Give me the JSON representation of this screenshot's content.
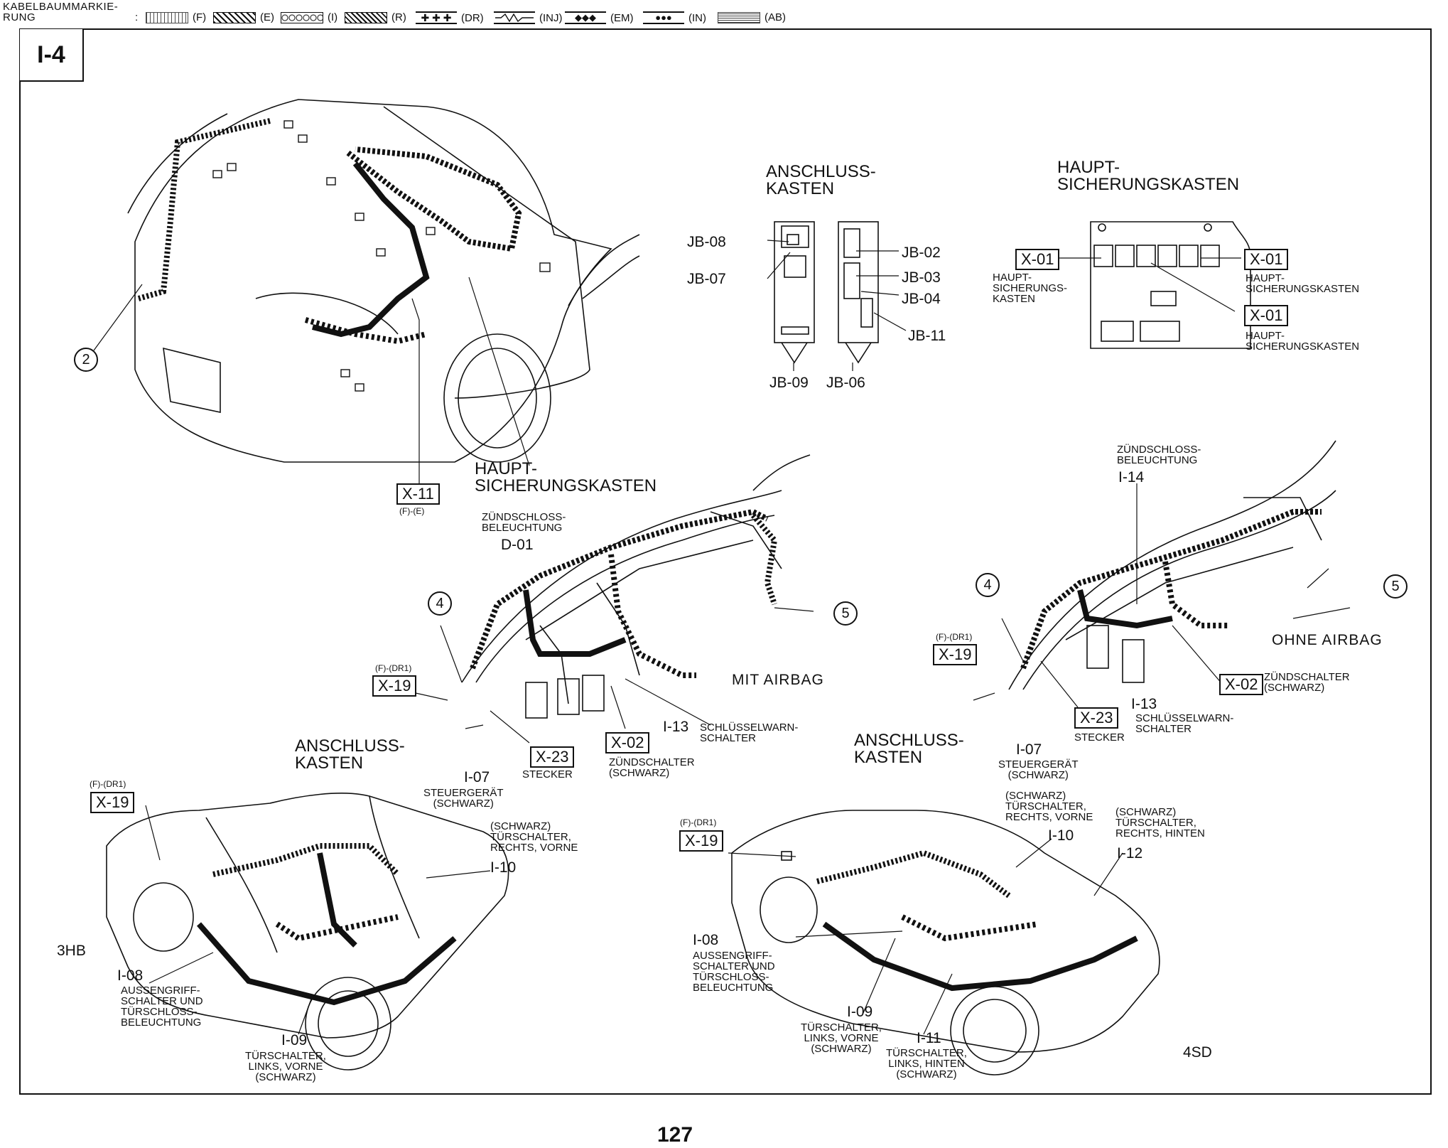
{
  "legend": {
    "title": "KABELBAUMMARKIE-\nRUNG",
    "separator": ":",
    "items": [
      {
        "code": "(F)",
        "style": "sw-f"
      },
      {
        "code": "(E)",
        "style": "sw-e"
      },
      {
        "code": "(I)",
        "style": "sw-i"
      },
      {
        "code": "(R)",
        "style": "sw-r"
      },
      {
        "code": "(DR)",
        "style": "sw-dr",
        "glyph": "✚ ✚ ✚"
      },
      {
        "code": "(INJ)",
        "style": "sw-inj",
        "glyph": ""
      },
      {
        "code": "(EM)",
        "style": "sw-em",
        "glyph": "◆◆◆"
      },
      {
        "code": "(IN)",
        "style": "sw-in",
        "glyph": "●●●"
      },
      {
        "code": "(AB)",
        "style": "sw-ab"
      }
    ]
  },
  "page_id": "I-4",
  "page_number": "127",
  "junction_box": {
    "title": "ANSCHLUSS-\nKASTEN",
    "connectors": {
      "jb08": "JB-08",
      "jb07": "JB-07",
      "jb02": "JB-02",
      "jb03": "JB-03",
      "jb04": "JB-04",
      "jb11": "JB-11",
      "jb09": "JB-09",
      "jb06": "JB-06"
    }
  },
  "main_fuse_box": {
    "title": "HAUPT-\nSICHERUNGSKASTEN",
    "left_conn": "X-01",
    "left_desc": "HAUPT-\nSICHERUNGS-\nKASTEN",
    "right_conn1": "X-01",
    "right_desc1": "HAUPT-\nSICHERUNGSKASTEN",
    "right_conn2": "X-01",
    "right_desc2": "HAUPT-\nSICHERUNGSKASTEN"
  },
  "engine": {
    "circle2": "2",
    "x11": "X-11",
    "x11_code": "(F)-(E)",
    "fuse_label": "HAUPT-\nSICHERUNGSKASTEN"
  },
  "mit_airbag": {
    "title": "MIT AIRBAG",
    "zuend_light": "ZÜNDSCHLOSS-\nBELEUCHTUNG",
    "d01": "D-01",
    "circle4": "4",
    "circle5": "5",
    "x19_code": "(F)-(DR1)",
    "x19": "X-19",
    "anschluss": "ANSCHLUSS-\nKASTEN",
    "x23": "X-23",
    "stecker": "STECKER",
    "i07": "I-07",
    "steuer": "STEUERGERÄT\n(SCHWARZ)",
    "x02": "X-02",
    "zuendschalter": "ZÜNDSCHALTER\n(SCHWARZ)",
    "i13": "I-13",
    "schloss": "SCHLÜSSELWARN-\nSCHALTER"
  },
  "ohne_airbag": {
    "title": "OHNE AIRBAG",
    "zuend_light": "ZÜNDSCHLOSS-\nBELEUCHTUNG",
    "i14": "I-14",
    "circle4": "4",
    "circle5": "5",
    "x19_code": "(F)-(DR1)",
    "x19": "X-19",
    "anschluss": "ANSCHLUSS-\nKASTEN",
    "x23": "X-23",
    "stecker": "STECKER",
    "i07": "I-07",
    "steuer": "STEUERGERÄT\n(SCHWARZ)",
    "x02": "X-02",
    "zuendschalter": "ZÜNDSCHALTER\n(SCHWARZ)",
    "i13": "I-13",
    "schloss": "SCHLÜSSELWARN-\nSCHALTER"
  },
  "hb3": {
    "title": "3HB",
    "x19_code": "(F)-(DR1)",
    "x19": "X-19",
    "i10_desc": "(SCHWARZ)\nTÜRSCHALTER,\nRECHTS, VORNE",
    "i10": "I-10",
    "i08": "I-08",
    "i08_desc": "AUSSENGRIFF-\nSCHALTER UND\nTÜRSCHLOSS-\nBELEUCHTUNG",
    "i09": "I-09",
    "i09_desc": "TÜRSCHALTER,\nLINKS, VORNE\n(SCHWARZ)"
  },
  "sd4": {
    "title": "4SD",
    "x19_code": "(F)-(DR1)",
    "x19": "X-19",
    "i10_desc": "(SCHWARZ)\nTÜRSCHALTER,\nRECHTS, VORNE",
    "i10": "I-10",
    "i12_desc": "(SCHWARZ)\nTÜRSCHALTER,\nRECHTS, HINTEN",
    "i12": "I-12",
    "i08": "I-08",
    "i08_desc": "AUSSENGRIFF-\nSCHALTER UND\nTÜRSCHLOSS-\nBELEUCHTUNG",
    "i09": "I-09",
    "i09_desc": "TÜRSCHALTER,\nLINKS, VORNE\n(SCHWARZ)",
    "i11": "I-11",
    "i11_desc": "TÜRSCHALTER,\nLINKS, HINTEN\n(SCHWARZ)"
  }
}
